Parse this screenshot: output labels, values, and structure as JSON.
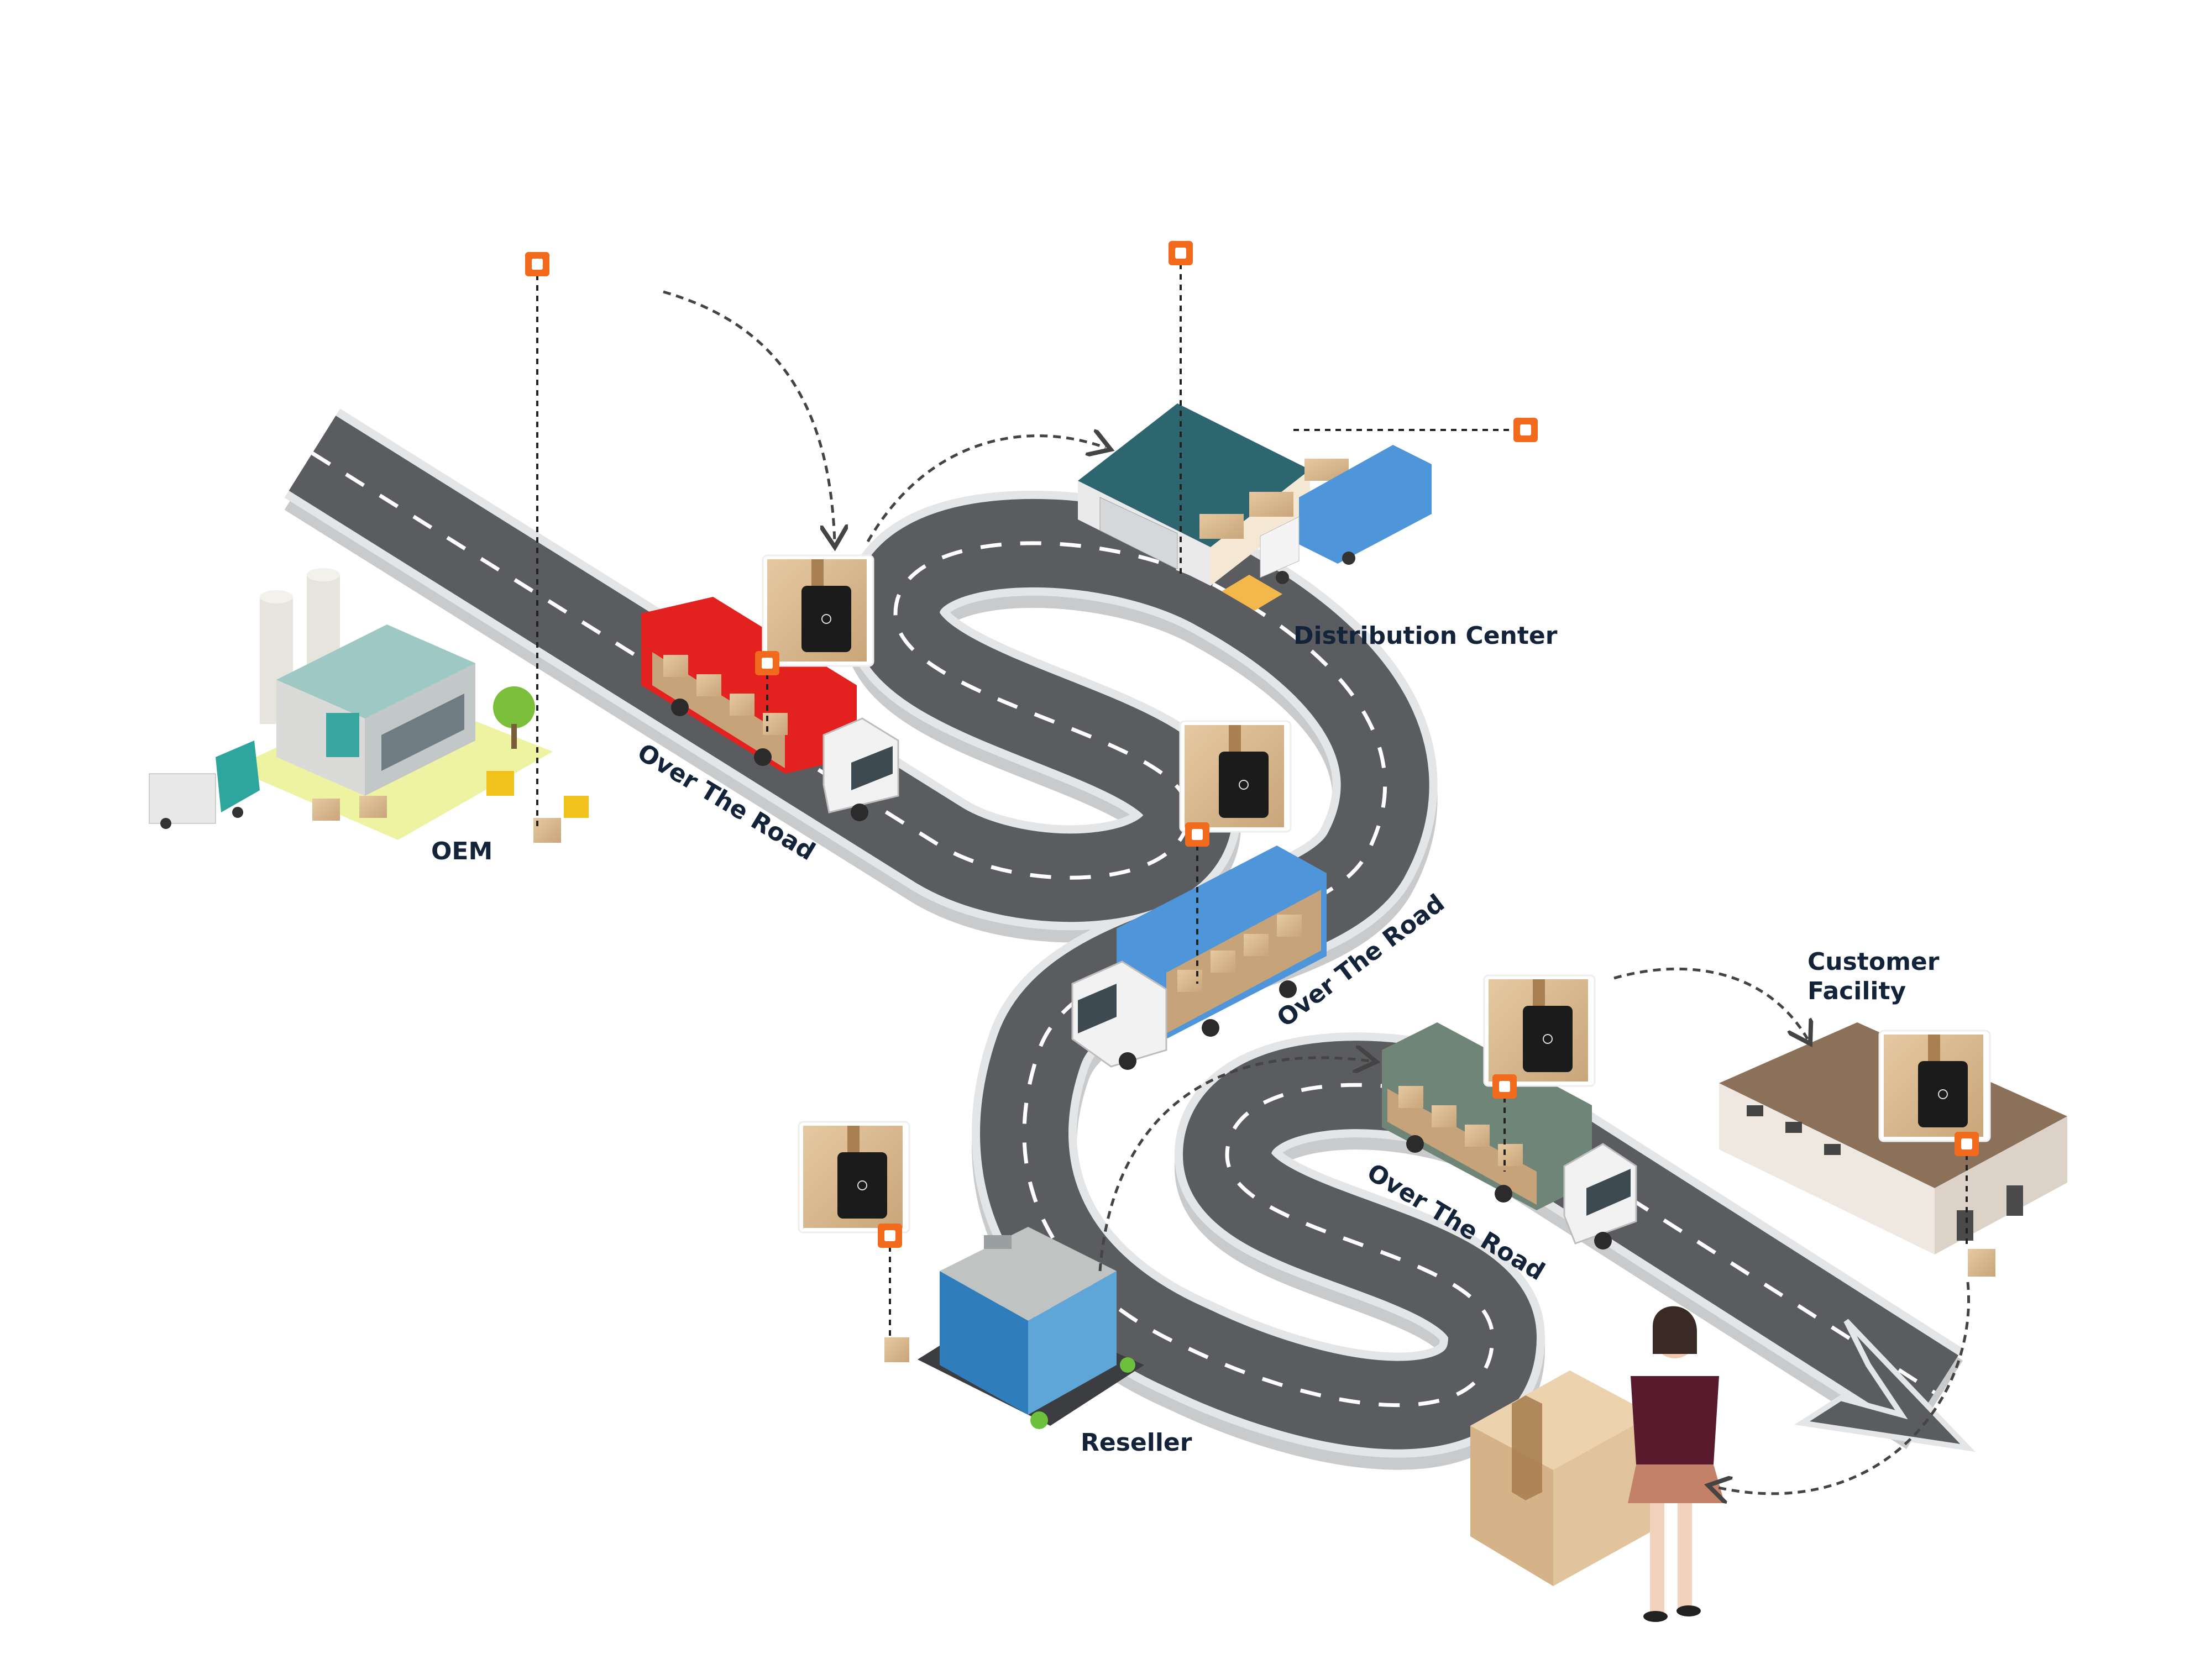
{
  "labels": {
    "oem": "OEM",
    "distribution_center": "Distribution Center",
    "reseller": "Reseller",
    "customer_facility_line1": "Customer",
    "customer_facility_line2": "Facility",
    "road_1": "Over The Road",
    "road_2": "Over The Road",
    "road_3": "Over The Road"
  },
  "colors": {
    "road": "#5a5c60",
    "road_edge": "#d9dadc",
    "lane_marking": "#ffffff",
    "tracker_marker": "#f26a1b",
    "label_text": "#13233a",
    "truck_red": "#e3211f",
    "truck_blue": "#4f95d9",
    "truck_green": "#6f8577",
    "warehouse_roof": "#2e6670",
    "cardboard": "#d9b88d",
    "tracker_device": "#1b1b1b"
  },
  "icons": {
    "tracker": "tracker-device-icon",
    "marker": "tracking-point-icon"
  }
}
